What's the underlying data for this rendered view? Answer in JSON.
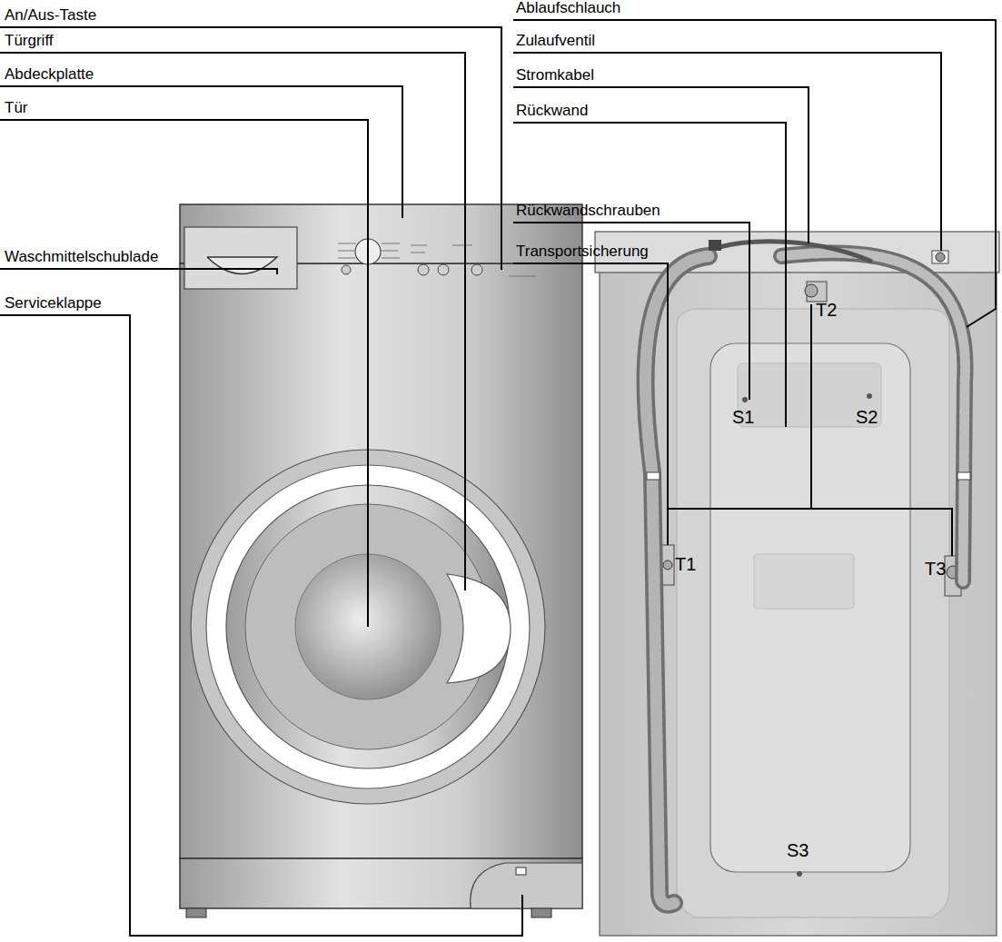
{
  "diagram": {
    "labels": [
      "An/Aus-Taste",
      "Türgriff",
      "Abdeckplatte",
      "Tür",
      "Waschmittelschublade",
      "Serviceklappe",
      "Ablaufschlauch",
      "Zulaufventil",
      "Stromkabel",
      "Rückwand",
      "Rückwandschrauben",
      "Transportsicherung",
      "T2",
      "S1",
      "S2",
      "T1",
      "T3",
      "S3"
    ]
  }
}
